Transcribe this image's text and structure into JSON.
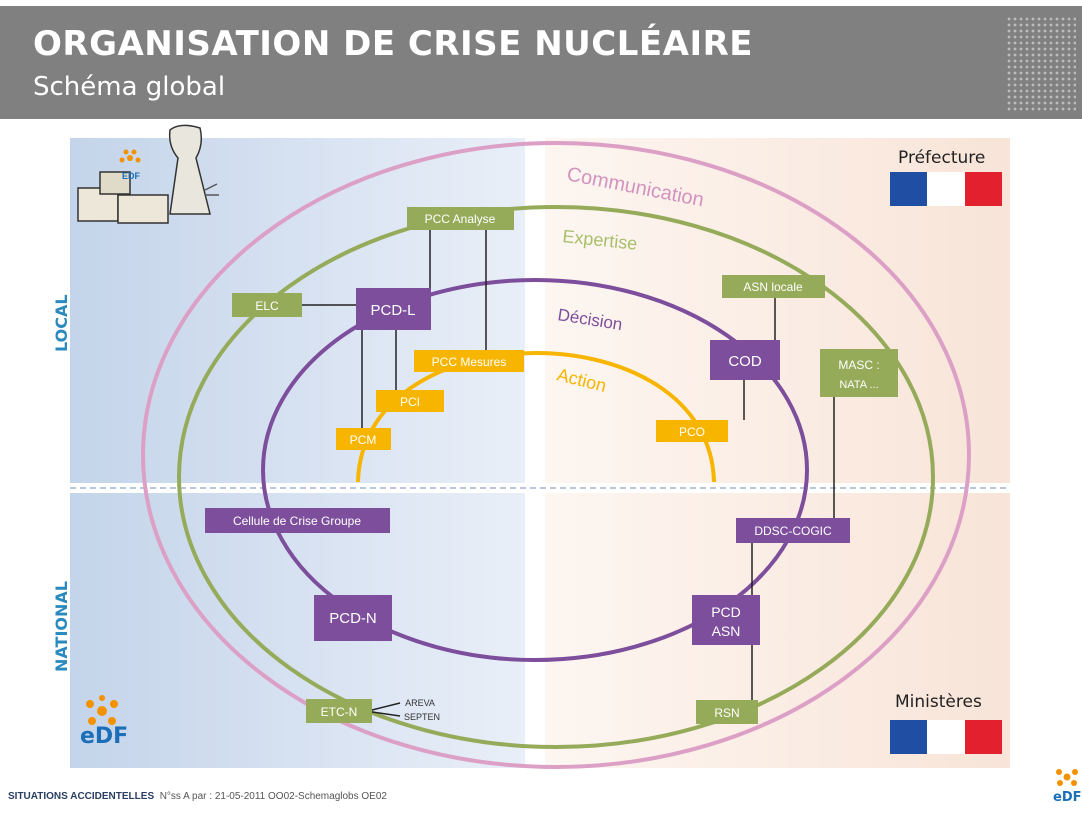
{
  "header": {
    "title": "ORGANISATION DE CRISE NUCLÉAIRE",
    "subtitle": "Schéma global"
  },
  "sides": {
    "local": "LOCAL",
    "national": "NATIONAL"
  },
  "corners": {
    "prefecture": "Préfecture",
    "ministeres": "Ministères",
    "edf_plant": "EDF",
    "edf_logo": "eDF",
    "edf_small": "eDF"
  },
  "rings": {
    "communication": "Communication",
    "expertise": "Expertise",
    "decision": "Décision",
    "action": "Action"
  },
  "boxes": {
    "pcc_analyse": "PCC Analyse",
    "elc": "ELC",
    "pcd_l": "PCD-L",
    "pcc_mesures": "PCC Mesures",
    "pci": "PCI",
    "pcm": "PCM",
    "asn_locale": "ASN locale",
    "cod": "COD",
    "masc": "MASC :",
    "masc2": "NATA ...",
    "pco": "PCO",
    "cellule": "Cellule de Crise Groupe",
    "ddsc": "DDSC-COGIC",
    "pcd_n": "PCD-N",
    "pcd_asn1": "PCD",
    "pcd_asn2": "ASN",
    "etc_n": "ETC-N",
    "rsn": "RSN",
    "areva": "AREVA",
    "septen": "SEPTEN"
  },
  "colors": {
    "purple": "#7d4e9c",
    "green": "#96ab5a",
    "yellow": "#f7b500",
    "pink": "#dc9fc6"
  },
  "footer": {
    "main": "SITUATIONS ACCIDENTELLES",
    "meta": "N°ss A par : 21-05-2011   OO02-Schemaglobs   OE02"
  }
}
